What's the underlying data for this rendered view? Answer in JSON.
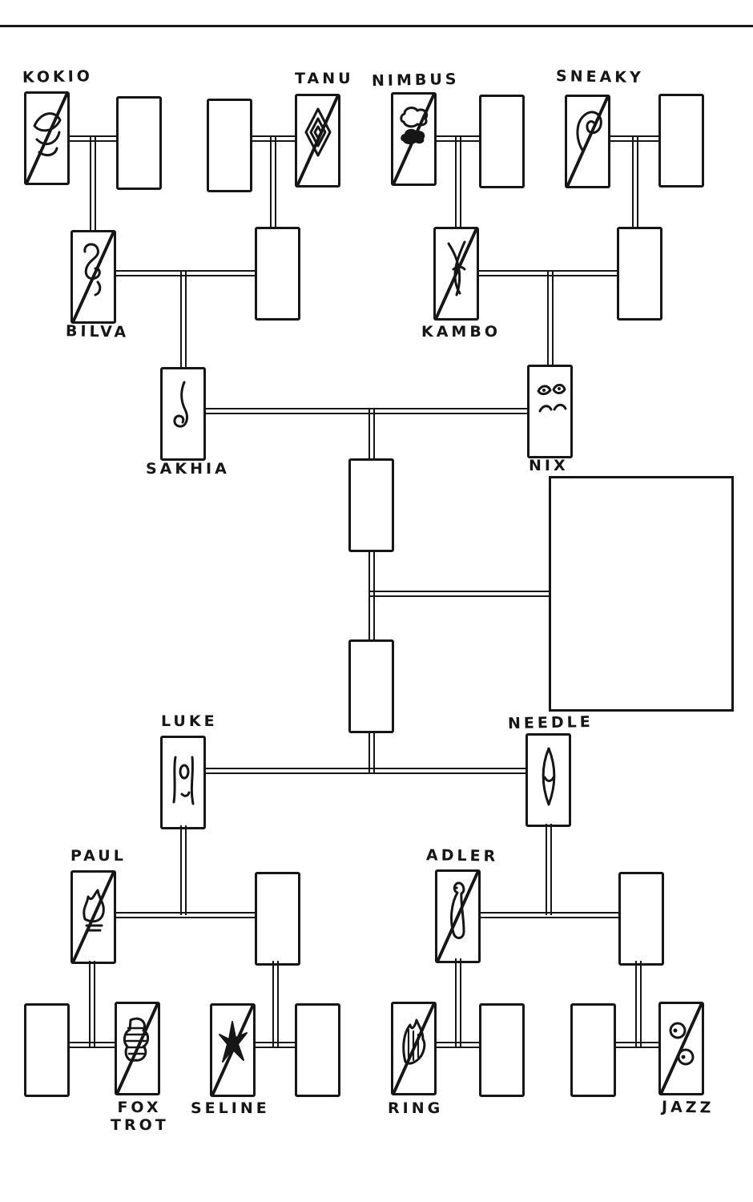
{
  "page": {
    "background": "#ffffff",
    "ink": "#161616"
  },
  "people": {
    "kokio": {
      "label": "KOKIO",
      "deceased": true
    },
    "tanu": {
      "label": "TANU",
      "deceased": true
    },
    "nimbus": {
      "label": "NIMBUS",
      "deceased": true
    },
    "sneaky": {
      "label": "SNEAKY",
      "deceased": true
    },
    "bilva": {
      "label": "BILVA",
      "deceased": true
    },
    "kambo": {
      "label": "KAMBO",
      "deceased": true
    },
    "sakhia": {
      "label": "SAKHIA",
      "deceased": false
    },
    "nix": {
      "label": "NIX",
      "deceased": false
    },
    "luke": {
      "label": "LUKE",
      "deceased": false
    },
    "needle": {
      "label": "NEEDLE",
      "deceased": false
    },
    "paul": {
      "label": "PAUL",
      "deceased": true
    },
    "adler": {
      "label": "ADLER",
      "deceased": true
    },
    "foxtrot": {
      "label": "FOX\nTROT",
      "deceased": true
    },
    "seline": {
      "label": "SELINE",
      "deceased": true
    },
    "ring": {
      "label": "RING",
      "deceased": true
    },
    "jazz": {
      "label": "JAZZ",
      "deceased": true
    }
  }
}
